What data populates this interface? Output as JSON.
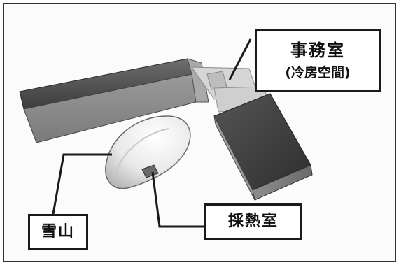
{
  "labels": {
    "office_title": "事務室",
    "office_sub": "(冷房空間)",
    "snow_mountain": "雪山",
    "heat_room": "採熱室"
  }
}
